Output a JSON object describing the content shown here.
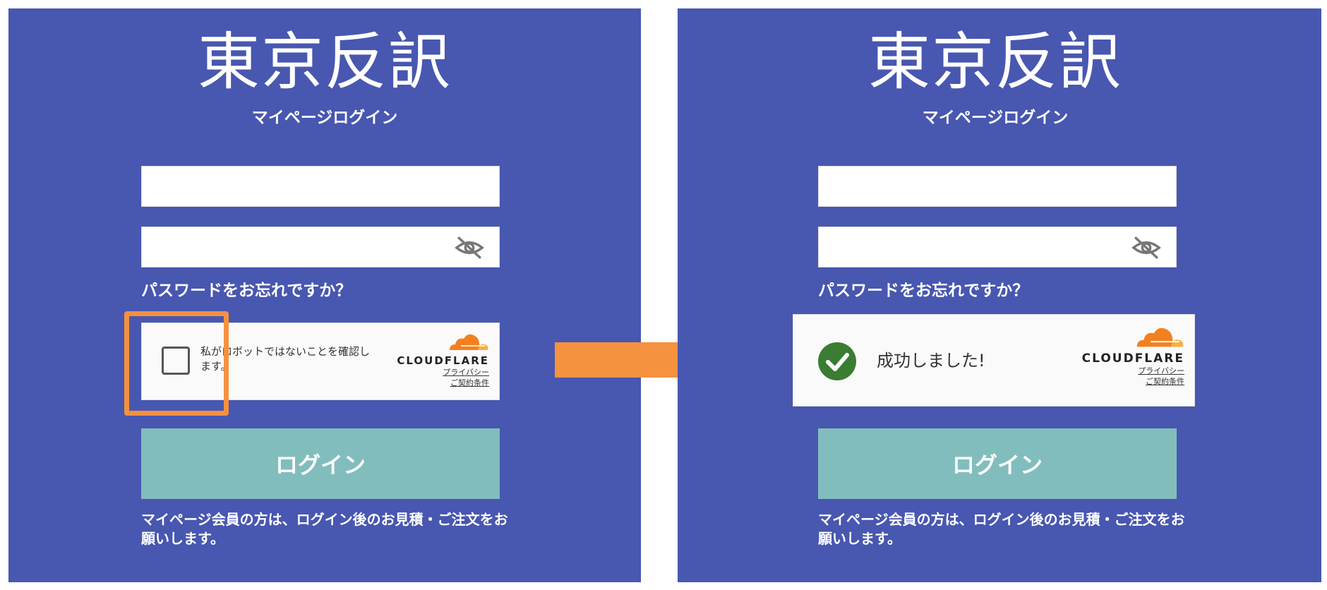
{
  "brand_title": "東京反訳",
  "subtitle": "マイページログイン",
  "forgot_password": "パスワードをお忘れですか？",
  "captcha_before": {
    "label": "私がロボットではないことを確認します。",
    "provider": "CLOUDFLARE",
    "privacy": "プライバシー",
    "terms": "ご契約条件"
  },
  "captcha_after": {
    "label": "成功しました!",
    "provider": "CLOUDFLARE",
    "privacy": "プライバシー",
    "terms": "ご契約条件"
  },
  "login_button": "ログイン",
  "note": "マイページ会員の方は、ログイン後のお見積・ご注文をお願いします。",
  "colors": {
    "panel": "#4857b0",
    "button": "#82bdbe",
    "accent": "#f5913f",
    "success": "#3a7d32"
  }
}
